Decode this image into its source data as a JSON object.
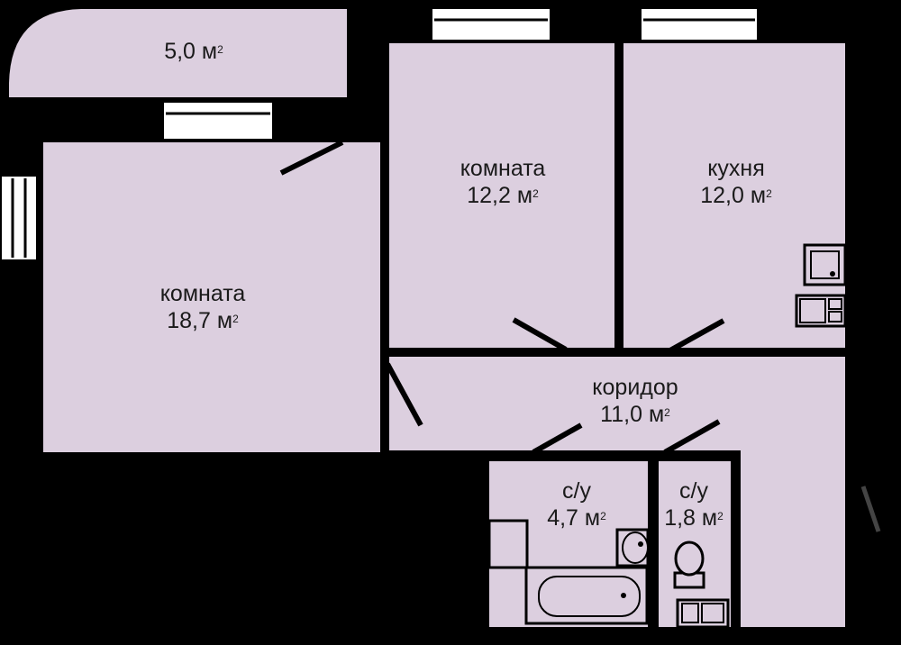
{
  "colors": {
    "floor": "#dccfdf",
    "wall": "#000000",
    "window": "#ffffff"
  },
  "rooms": [
    {
      "id": "balcony",
      "name": "",
      "area": "5,0",
      "unit": "м",
      "unit_power": "2"
    },
    {
      "id": "room-1",
      "name": "комната",
      "area": "18,7",
      "unit": "м",
      "unit_power": "2"
    },
    {
      "id": "room-2",
      "name": "комната",
      "area": "12,2",
      "unit": "м",
      "unit_power": "2"
    },
    {
      "id": "kitchen",
      "name": "кухня",
      "area": "12,0",
      "unit": "м",
      "unit_power": "2"
    },
    {
      "id": "corridor",
      "name": "коридор",
      "area": "11,0",
      "unit": "м",
      "unit_power": "2"
    },
    {
      "id": "bathroom",
      "name": "с/у",
      "area": "4,7",
      "unit": "м",
      "unit_power": "2"
    },
    {
      "id": "toilet",
      "name": "с/у",
      "area": "1,8",
      "unit": "м",
      "unit_power": "2"
    }
  ]
}
